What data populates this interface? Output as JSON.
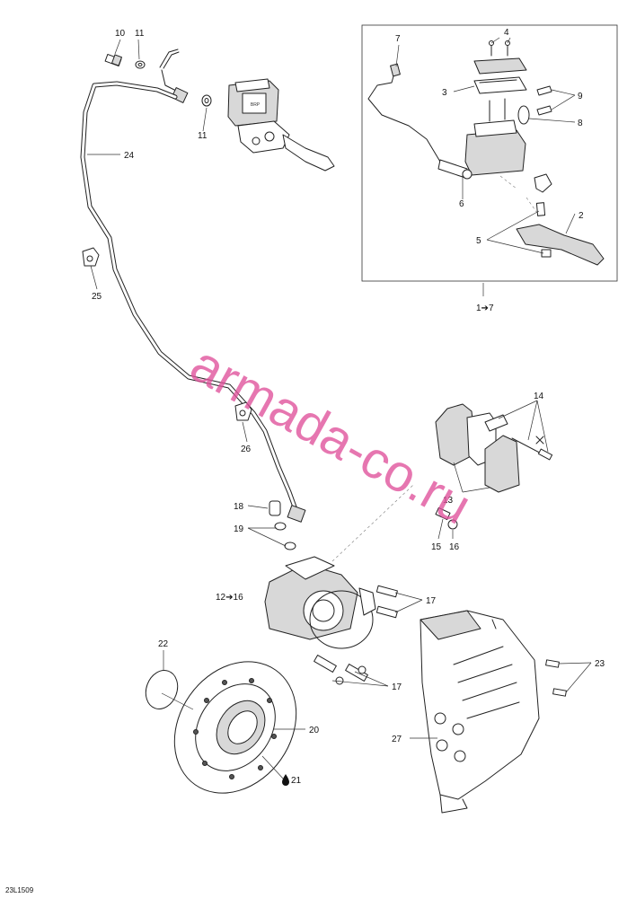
{
  "diagram_code": "23L1509",
  "watermark": "armada-co.ru",
  "kit_label": "1➔7",
  "caliper_kit_label": "12➔16",
  "callouts": {
    "c1": "10",
    "c2": "11",
    "c3": "11",
    "c4": "24",
    "c5": "25",
    "c6": "26",
    "c7": "7",
    "c8": "4",
    "c9": "3",
    "c10": "9",
    "c11": "8",
    "c12": "6",
    "c13": "2",
    "c14": "5",
    "c15": "14",
    "c16": "13",
    "c17": "15",
    "c18": "16",
    "c19": "18",
    "c20": "19",
    "c21": "17",
    "c22": "17",
    "c23": "22",
    "c24": "20",
    "c25": "21",
    "c26": "23",
    "c27": "27"
  }
}
